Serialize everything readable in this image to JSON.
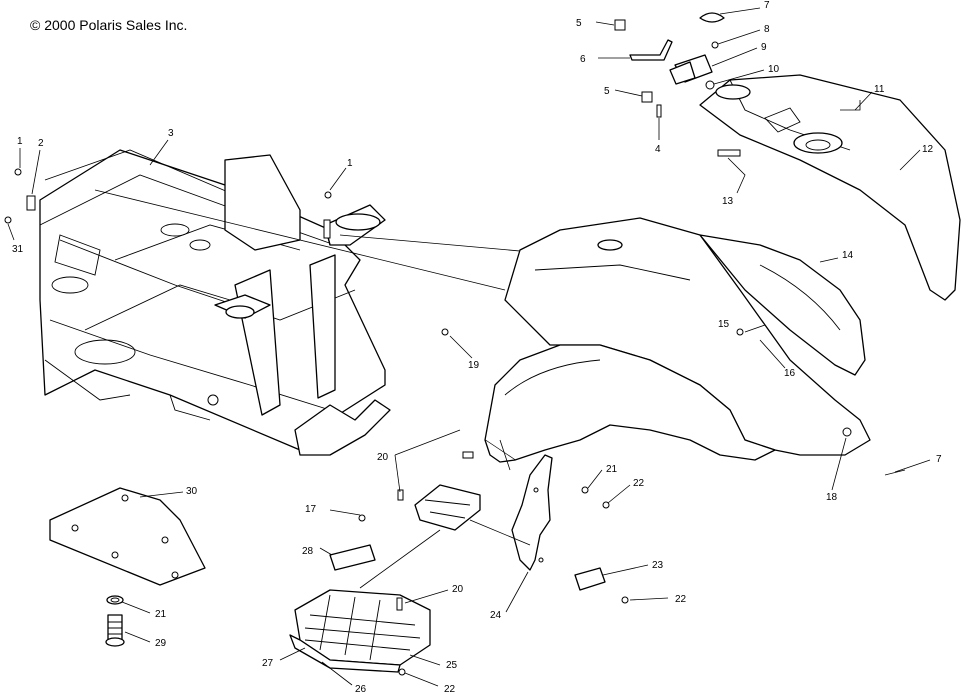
{
  "copyright": "© 2000 Polaris Sales Inc.",
  "callouts": [
    {
      "id": "c1a",
      "text": "1"
    },
    {
      "id": "c1b",
      "text": "1"
    },
    {
      "id": "c2",
      "text": "2"
    },
    {
      "id": "c3",
      "text": "3"
    },
    {
      "id": "c4",
      "text": "4"
    },
    {
      "id": "c5a",
      "text": "5"
    },
    {
      "id": "c5b",
      "text": "5"
    },
    {
      "id": "c6",
      "text": "6"
    },
    {
      "id": "c7a",
      "text": "7"
    },
    {
      "id": "c7b",
      "text": "7"
    },
    {
      "id": "c8",
      "text": "8"
    },
    {
      "id": "c9",
      "text": "9"
    },
    {
      "id": "c10",
      "text": "10"
    },
    {
      "id": "c11",
      "text": "11"
    },
    {
      "id": "c12",
      "text": "12"
    },
    {
      "id": "c13",
      "text": "13"
    },
    {
      "id": "c14",
      "text": "14"
    },
    {
      "id": "c15",
      "text": "15"
    },
    {
      "id": "c16",
      "text": "16"
    },
    {
      "id": "c17a",
      "text": "17"
    },
    {
      "id": "c18",
      "text": "18"
    },
    {
      "id": "c19",
      "text": "19"
    },
    {
      "id": "c20a",
      "text": "20"
    },
    {
      "id": "c20b",
      "text": "20"
    },
    {
      "id": "c21a",
      "text": "21"
    },
    {
      "id": "c21b",
      "text": "21"
    },
    {
      "id": "c22a",
      "text": "22"
    },
    {
      "id": "c22b",
      "text": "22"
    },
    {
      "id": "c22c",
      "text": "22"
    },
    {
      "id": "c23",
      "text": "23"
    },
    {
      "id": "c24",
      "text": "24"
    },
    {
      "id": "c25",
      "text": "25"
    },
    {
      "id": "c26",
      "text": "26"
    },
    {
      "id": "c27",
      "text": "27"
    },
    {
      "id": "c28",
      "text": "28"
    },
    {
      "id": "c29",
      "text": "29"
    },
    {
      "id": "c30",
      "text": "30"
    },
    {
      "id": "c31",
      "text": "31"
    }
  ]
}
